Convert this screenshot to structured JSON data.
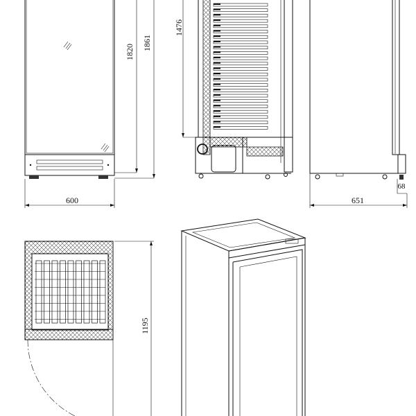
{
  "title": "Refrigerator dimension drawing",
  "dimensions": {
    "height_door": "1820",
    "height_total": "1861",
    "interior_height": "1476",
    "width": "600",
    "depth": "651",
    "foot_height": "68",
    "door_swing_depth": "1195"
  },
  "shelf_count": 24,
  "colors": {
    "line": "#111111",
    "background": "#ffffff"
  }
}
